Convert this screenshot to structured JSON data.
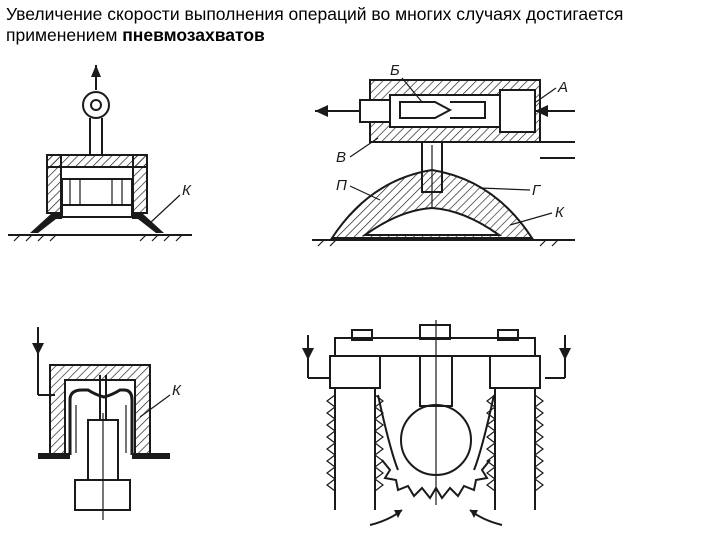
{
  "slide": {
    "caption_text": "Увеличение скорости выполнения операций во многих случаях достигается применением ",
    "caption_bold": "пневмозахватов"
  },
  "figures": {
    "fig1": {
      "labels": {
        "k": "К"
      }
    },
    "fig2": {
      "labels": {
        "a": "А",
        "b": "Б",
        "v": "В",
        "p": "П",
        "g": "Г",
        "k": "К"
      }
    },
    "fig3": {
      "labels": {
        "k": "К"
      }
    }
  }
}
